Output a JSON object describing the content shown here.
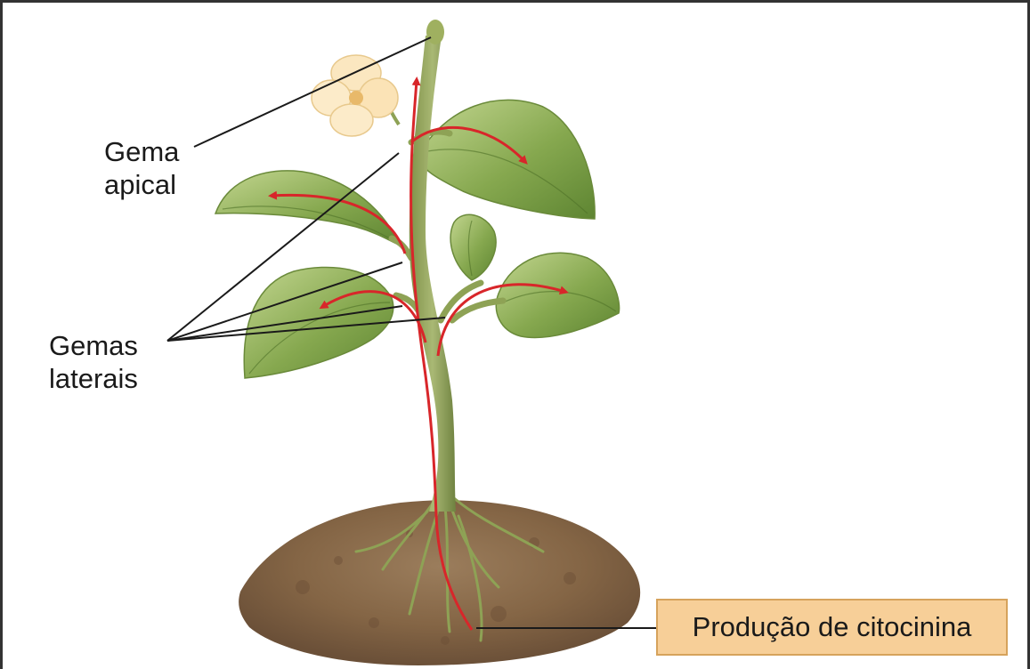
{
  "labels": {
    "apical_line1": "Gema",
    "apical_line2": "apical",
    "lateral_line1": "Gemas",
    "lateral_line2": "laterais",
    "production": "Produção de citocinina"
  },
  "colors": {
    "transport_arrow": "#d8262a",
    "leaf": "#7fa246",
    "stem": "#8a9c55",
    "soil": "#8a6a4a",
    "flower": "#fbe7c0",
    "label_box": "#f7cf98"
  }
}
